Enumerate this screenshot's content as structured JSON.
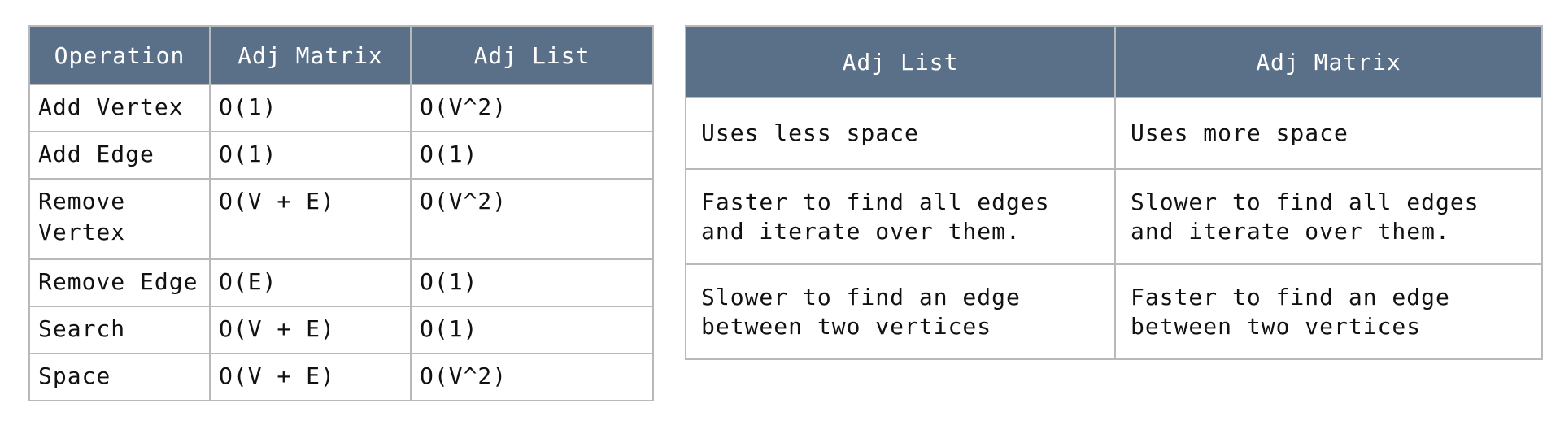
{
  "complexity": {
    "headers": [
      "Operation",
      "Adj Matrix",
      "Adj List"
    ],
    "rows": [
      [
        "Add Vertex",
        "O(1)",
        "O(V^2)"
      ],
      [
        "Add Edge",
        "O(1)",
        "O(1)"
      ],
      [
        "Remove Vertex",
        "O(V + E)",
        "O(V^2)"
      ],
      [
        "Remove Edge",
        "O(E)",
        "O(1)"
      ],
      [
        "Search",
        "O(V + E)",
        "O(1)"
      ],
      [
        "Space",
        "O(V + E)",
        "O(V^2)"
      ]
    ]
  },
  "tradeoffs": {
    "headers": [
      "Adj List",
      "Adj Matrix"
    ],
    "rows": [
      [
        "Uses less space",
        "Uses more space"
      ],
      [
        "Faster to find all edges and iterate over them.",
        "Slower to find all edges and iterate over them."
      ],
      [
        "Slower to find an edge between two vertices",
        "Faster to find an edge between two vertices"
      ]
    ]
  }
}
